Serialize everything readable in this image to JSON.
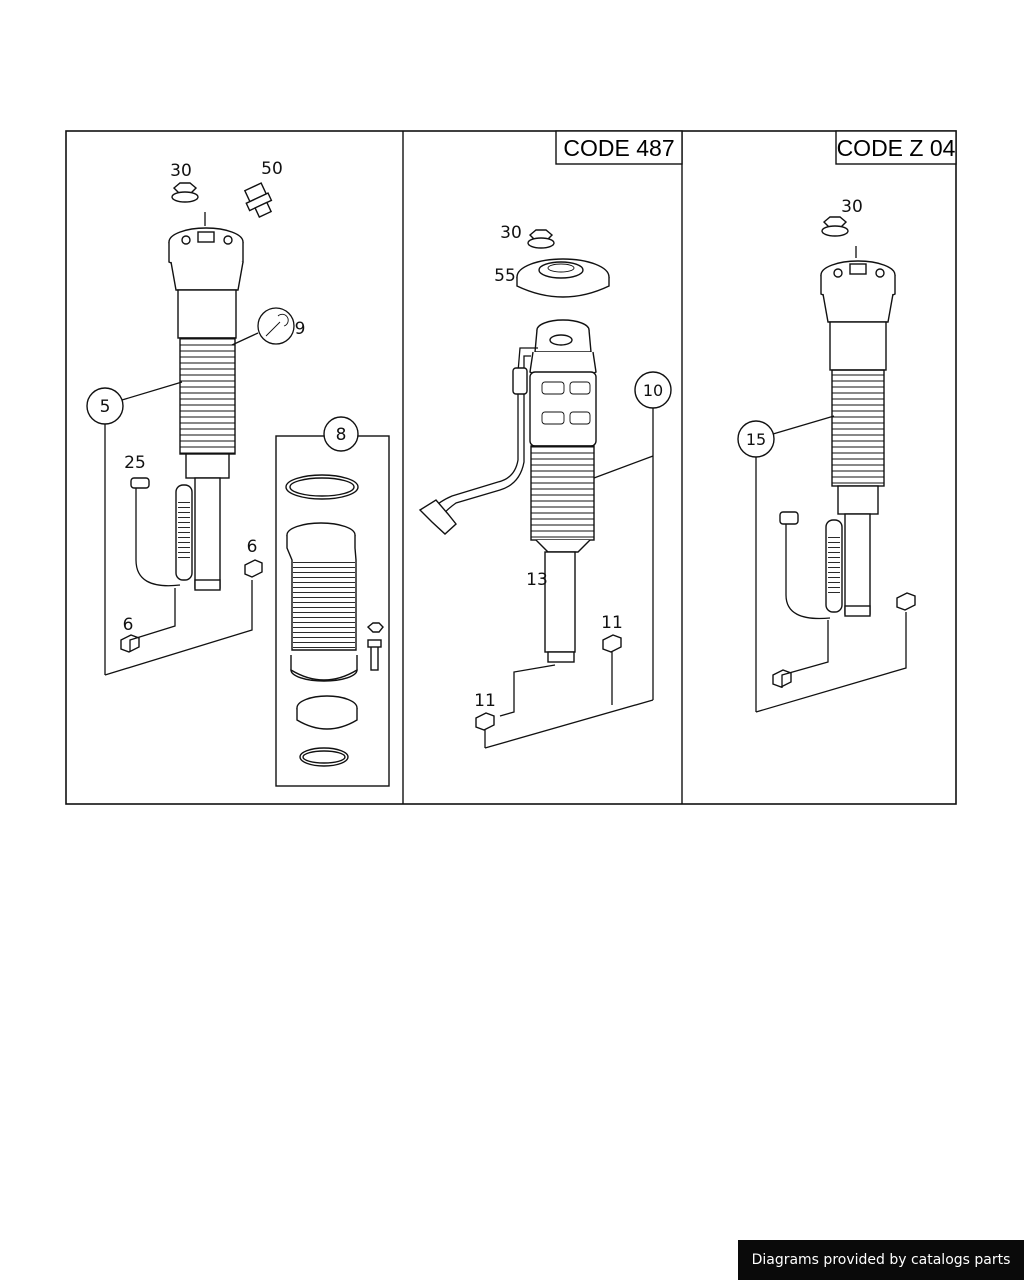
{
  "panels": [
    {
      "code": ""
    },
    {
      "code": "CODE 487"
    },
    {
      "code": "CODE Z 04"
    }
  ],
  "callouts": {
    "p1": {
      "n30": "30",
      "n50": "50",
      "n9": "9",
      "n5": "5",
      "n25": "25",
      "n6a": "6",
      "n6b": "6",
      "n8": "8"
    },
    "p2": {
      "n30": "30",
      "n55": "55",
      "n10": "10",
      "n13": "13",
      "n11a": "11",
      "n11b": "11"
    },
    "p3": {
      "n30": "30",
      "n15": "15"
    }
  },
  "footer": {
    "text": "Diagrams provided by catalogs parts"
  }
}
